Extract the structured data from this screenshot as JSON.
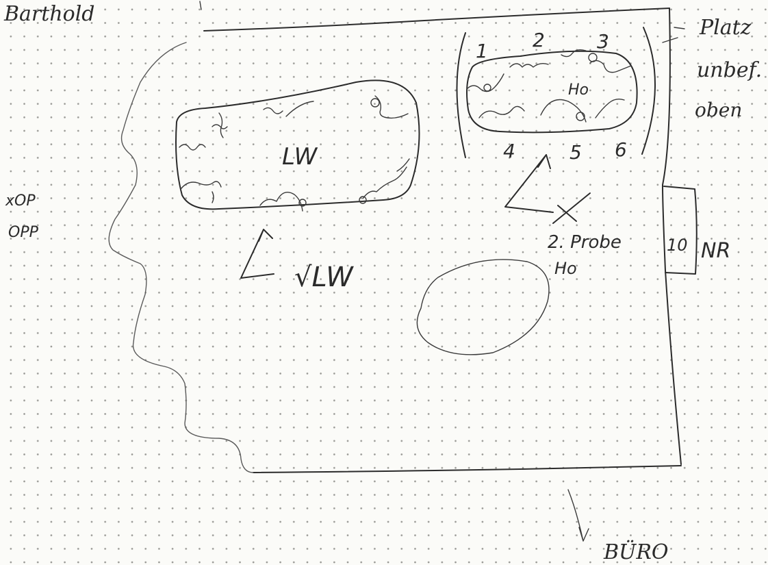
{
  "labels": {
    "title": "Barthold",
    "left_workspace": "LW",
    "left_check": "√LW",
    "right_workspace": "Ho",
    "numbers": [
      "1",
      "2",
      "3",
      "4",
      "5",
      "6"
    ],
    "place_note_line1": "Platz",
    "place_note_line2": "unbef.",
    "place_note_line3": "oben",
    "sample_line1": "2. Probe",
    "sample_line2": "Ho",
    "box_number": "10",
    "nr": "NR",
    "xop": "xOP",
    "opp": "OPP",
    "buro": "BÜRO"
  },
  "colors": {
    "ink": "#2b2b2b",
    "paper": "#fbfbf8",
    "grid_dots": "#9a9a96"
  }
}
